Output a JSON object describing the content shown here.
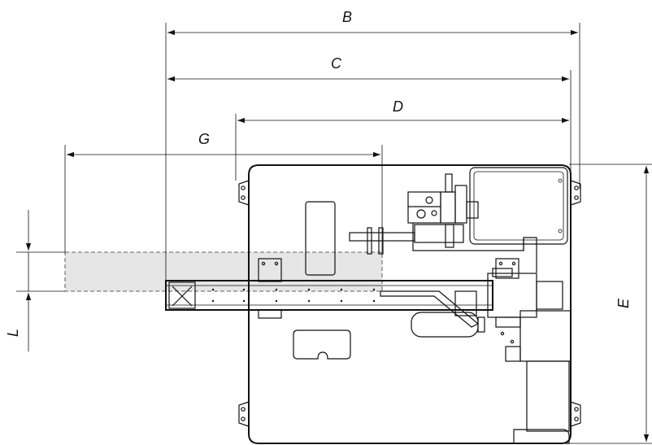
{
  "dimensions": {
    "B": "B",
    "C": "C",
    "D": "D",
    "E": "E",
    "G": "G",
    "L": "L"
  },
  "colors": {
    "line": "#111111",
    "shaded_zone": "#e6e6e6",
    "background": "#ffffff"
  }
}
